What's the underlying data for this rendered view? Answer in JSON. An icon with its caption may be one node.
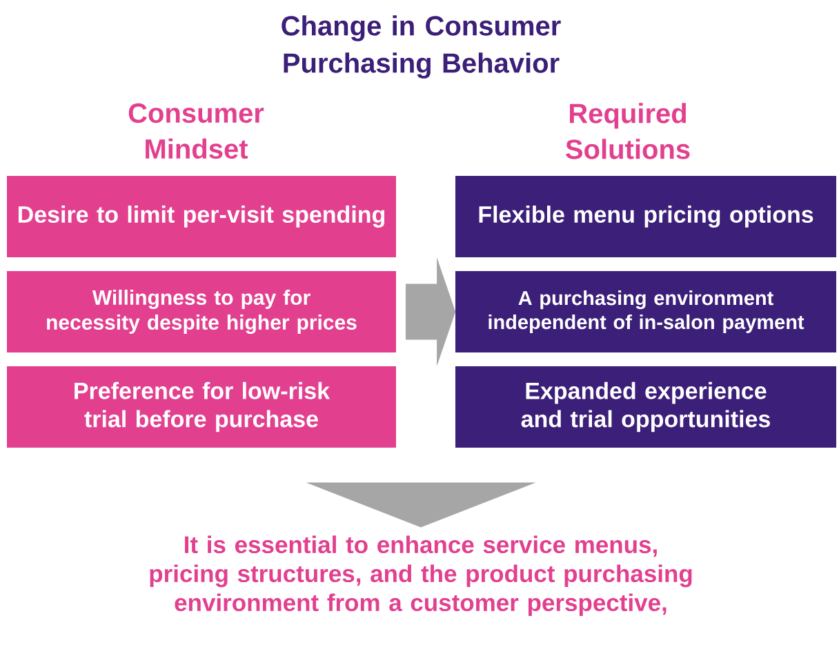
{
  "diagram": {
    "title": "Change in Consumer Purchasing Behavior",
    "nodes": [
      {
        "text": [
          "Desire to limit per-visit spending"
        ]
      },
      {
        "text": [
          "Willingness to pay for necessity despite higher prices"
        ]
      },
      {
        "text": [
          "Preference for low-risk trial before purchase"
        ]
      },
      {
        "text": [
          "Flexible menu pricing options"
        ]
      },
      {
        "text": [
          "A purchasing environment independent of in-salon payment"
        ]
      },
      {
        "text": [
          "Expanded experience and trial opportunities"
        ]
      },
      {
        "text": [
          "It is essential to enhance service menus, pricing structures, and the product purchasing environment from a customer perspective,"
        ]
      }
    ],
    "edges": [
      {
        "from": 1,
        "to": 4,
        "arrow": "to",
        "style": "thick"
      },
      {
        "from": null,
        "to": 6,
        "arrow": "to"
      }
    ],
    "labels": [
      "Consumer Mindset",
      "Required Solutions"
    ]
  }
}
